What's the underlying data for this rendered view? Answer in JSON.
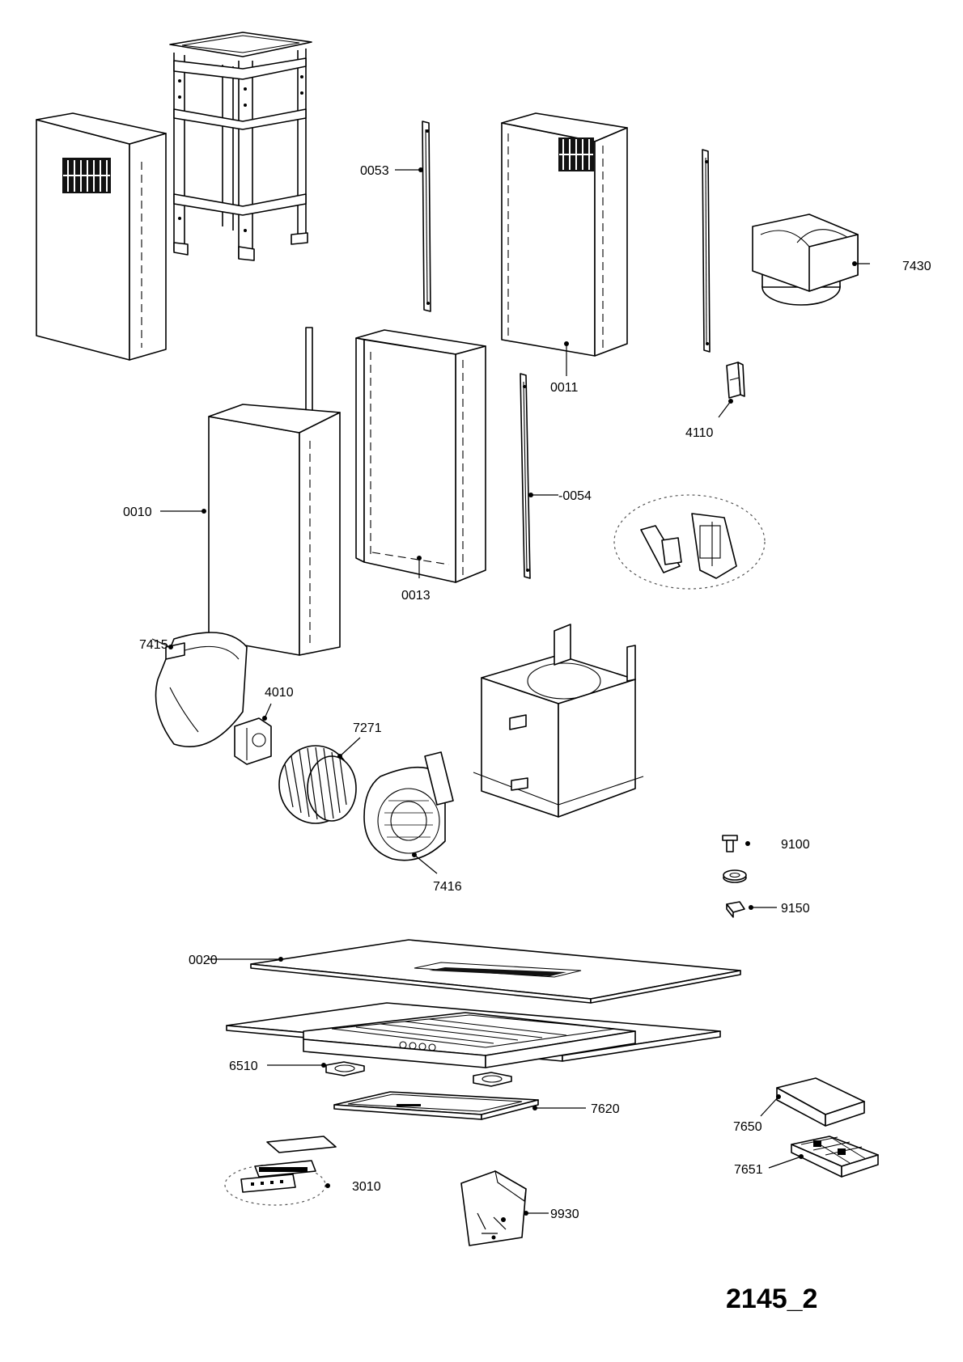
{
  "diagram": {
    "sheet_id": "2145_2",
    "part_labels": {
      "p0053": "0053",
      "p7430": "7430",
      "p0011": "0011",
      "p4110": "4110",
      "p0010": "0010",
      "p0054": "-0054",
      "p0013": "0013",
      "p7415": "7415",
      "p4010": "4010",
      "p7271": "7271",
      "p7416": "7416",
      "p9100": "9100",
      "p9150": "9150",
      "p0020": "0020",
      "p6510": "6510",
      "p7620": "7620",
      "p7650": "7650",
      "p7651": "7651",
      "p3010": "3010",
      "p9930": "9930"
    }
  }
}
